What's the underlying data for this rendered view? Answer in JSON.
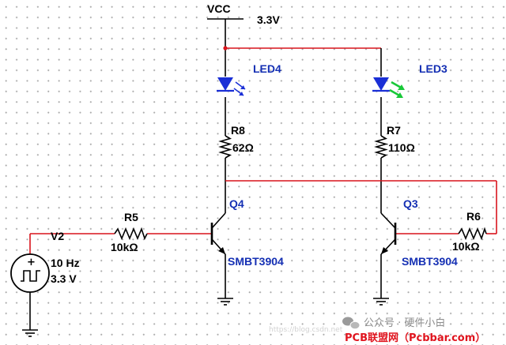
{
  "supply": {
    "name": "VCC",
    "voltage": "3.3V"
  },
  "source": {
    "name": "V2",
    "frequency": "10 Hz",
    "amplitude": "3.3 V"
  },
  "leds": [
    {
      "name": "LED4",
      "color": "#1a2fd6"
    },
    {
      "name": "LED3",
      "color": "#18c838"
    }
  ],
  "resistors": [
    {
      "name": "R5",
      "value": "10kΩ"
    },
    {
      "name": "R8",
      "value": "62Ω"
    },
    {
      "name": "R7",
      "value": "110Ω"
    },
    {
      "name": "R6",
      "value": "10kΩ"
    }
  ],
  "transistors": [
    {
      "name": "Q4",
      "part": "SMBT3904"
    },
    {
      "name": "Q3",
      "part": "SMBT3904"
    }
  ],
  "colors": {
    "wire_red": "#d8141c",
    "label_blue": "#1530b4",
    "grid_dot": "#a9a9a9"
  },
  "watermark": {
    "account_text": "公众号 · 硬件小白",
    "site_text": "PCB联盟网（Pcbbar.com）",
    "faint_text": "https://blog.csdn.net"
  }
}
